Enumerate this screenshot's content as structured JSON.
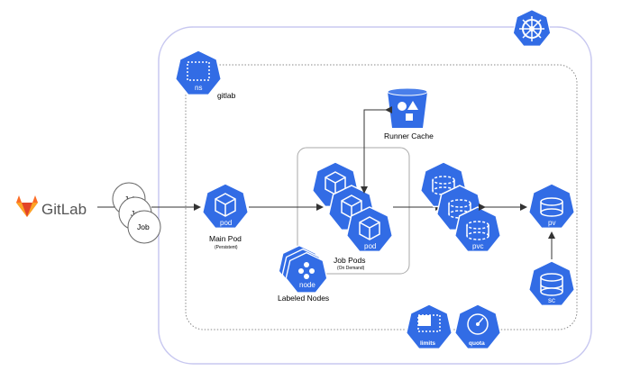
{
  "logo": {
    "text": "GitLab",
    "brand_color": "#fc6d26"
  },
  "colors": {
    "k8s_blue": "#326ce5",
    "border_outer": "#c8c8f0",
    "border_inner": "#888888",
    "arrow": "#333333"
  },
  "job_circles": [
    "Job",
    "Job",
    "Job"
  ],
  "namespace": {
    "icon_label": "ns",
    "name": "gitlab"
  },
  "main_pod": {
    "icon_label": "pod",
    "title": "Main Pod",
    "subtitle": "(Persistent)"
  },
  "job_pods": {
    "icon_label": "pod",
    "title": "Job Pods",
    "subtitle": "(On Demand)"
  },
  "runner_cache": {
    "title": "Runner Cache"
  },
  "pvc": {
    "icon_label": "pvc"
  },
  "pv": {
    "icon_label": "pv"
  },
  "sc": {
    "icon_label": "sc"
  },
  "labeled_nodes": {
    "icon_label": "node",
    "title": "Labeled Nodes"
  },
  "limits": {
    "icon_label": "limits"
  },
  "quota": {
    "icon_label": "quota"
  },
  "icons": [
    "kubernetes-helm-icon",
    "namespace-icon",
    "pod-icon",
    "bucket-icon",
    "pvc-icon",
    "pv-icon",
    "sc-icon",
    "node-icon",
    "limits-icon",
    "quota-icon",
    "gitlab-logo-icon"
  ]
}
